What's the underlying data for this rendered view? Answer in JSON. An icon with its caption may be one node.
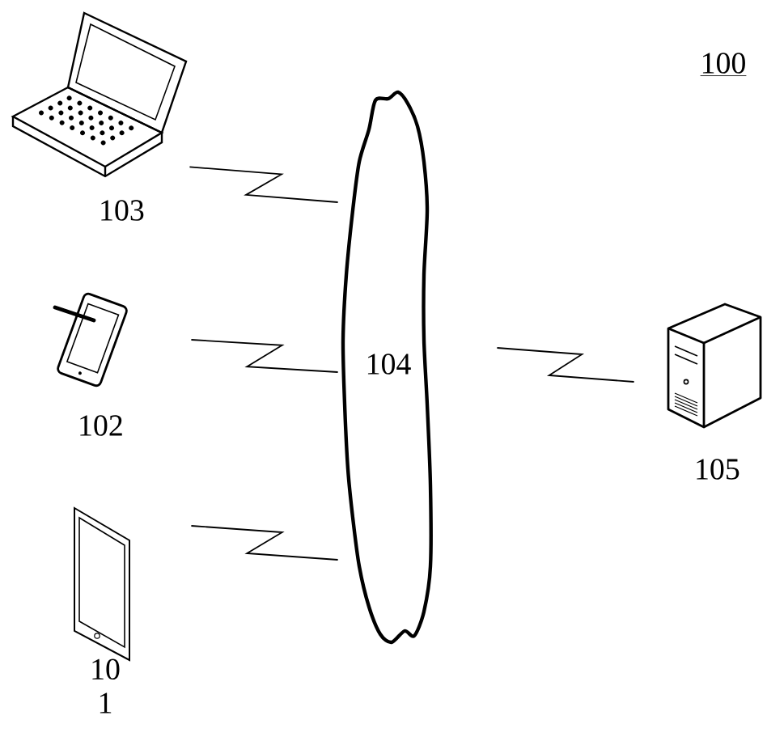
{
  "diagram": {
    "nodes": [
      {
        "text": [],
        "shape": "picture",
        "beside": [
          "103"
        ]
      },
      {
        "text": [],
        "shape": "picture",
        "beside": [
          "102"
        ]
      },
      {
        "text": [],
        "shape": "picture",
        "beside": [
          "10 1"
        ]
      },
      {
        "text": [
          "104"
        ]
      },
      {
        "text": [],
        "shape": "picture",
        "beside": [
          "105"
        ]
      }
    ],
    "edges": [
      {
        "from": 0,
        "to": 3,
        "arrow": "none"
      },
      {
        "from": 1,
        "to": 3,
        "arrow": "none"
      },
      {
        "from": 2,
        "to": 3,
        "arrow": "none"
      },
      {
        "from": 3,
        "to": 4,
        "arrow": "none"
      }
    ],
    "labels": [
      "100"
    ]
  }
}
